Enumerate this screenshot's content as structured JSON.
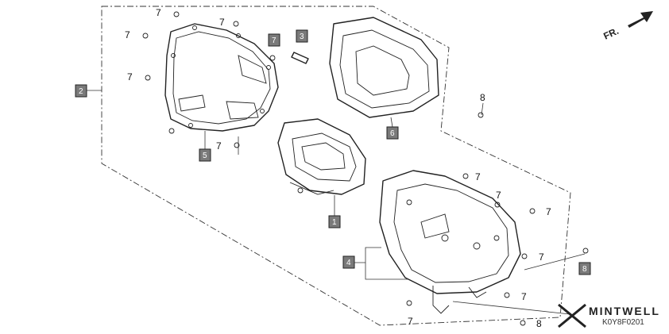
{
  "parts": {
    "p1": "1",
    "p2": "2",
    "p3": "3",
    "p4": "4",
    "p5": "5",
    "p6": "6",
    "p7": "7",
    "p8": "8"
  },
  "direction_label": "FR.",
  "brand": "MINTWELL",
  "diagram_code": "K0Y8F0201"
}
